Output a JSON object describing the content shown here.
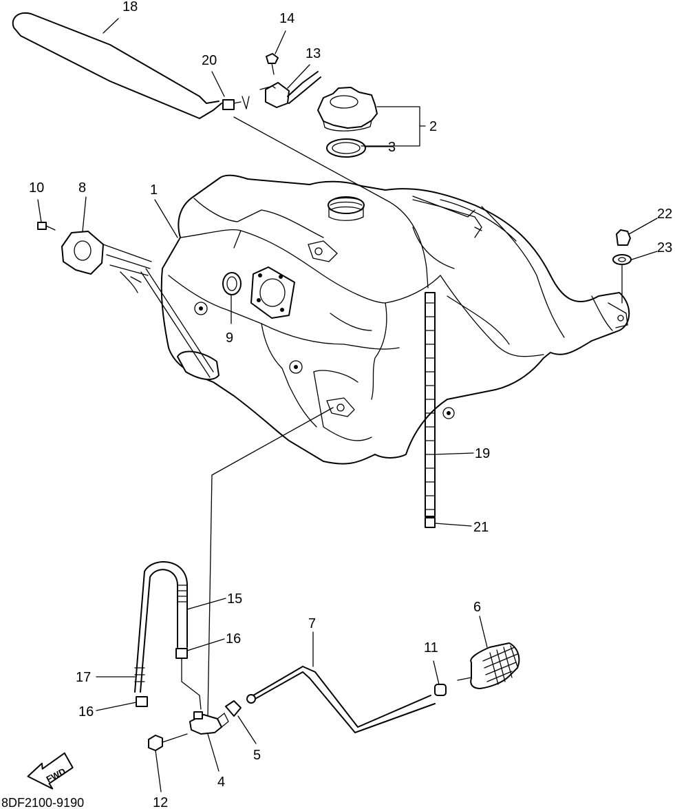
{
  "diagram": {
    "code": "8DF2100-9190",
    "fwd_arrow": "FWD",
    "callouts": [
      "1",
      "2",
      "3",
      "4",
      "5",
      "6",
      "7",
      "8",
      "9",
      "10",
      "11",
      "12",
      "13",
      "14",
      "15",
      "16",
      "16",
      "17",
      "18",
      "19",
      "20",
      "21",
      "22",
      "23"
    ]
  }
}
